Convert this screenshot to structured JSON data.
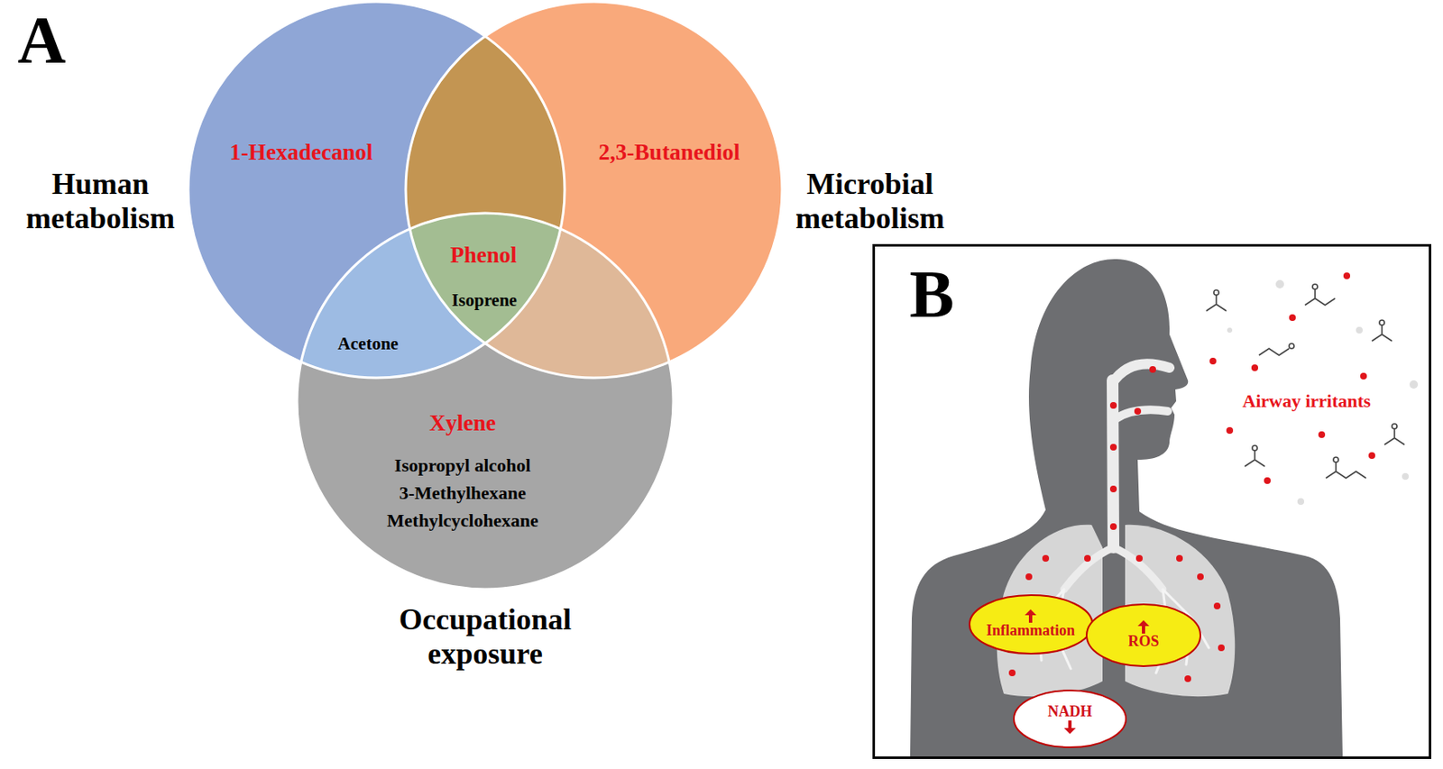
{
  "diagram": {
    "nodes": [
      {
        "text": [
          "Human metabolism",
          "1-Hexadecanol"
        ]
      },
      {
        "text": [
          "2,3-Butanediol",
          "Microbial metabolism"
        ]
      },
      {
        "text": [
          "Xylene",
          "Isopropyl alcohol",
          "3-Methylhexane",
          "Methylcyclohexane",
          "Occupational exposure"
        ]
      },
      {
        "text": [
          "B"
        ]
      },
      {
        "text": [
          "Inflammation"
        ],
        "in": 3
      },
      {
        "text": [
          "ROS"
        ],
        "in": 3
      },
      {
        "text": [
          "NADH"
        ],
        "in": 3
      }
    ],
    "labels": [
      "A",
      "Phenol",
      "Isoprene",
      "Acetone",
      "Airway irritants"
    ]
  }
}
